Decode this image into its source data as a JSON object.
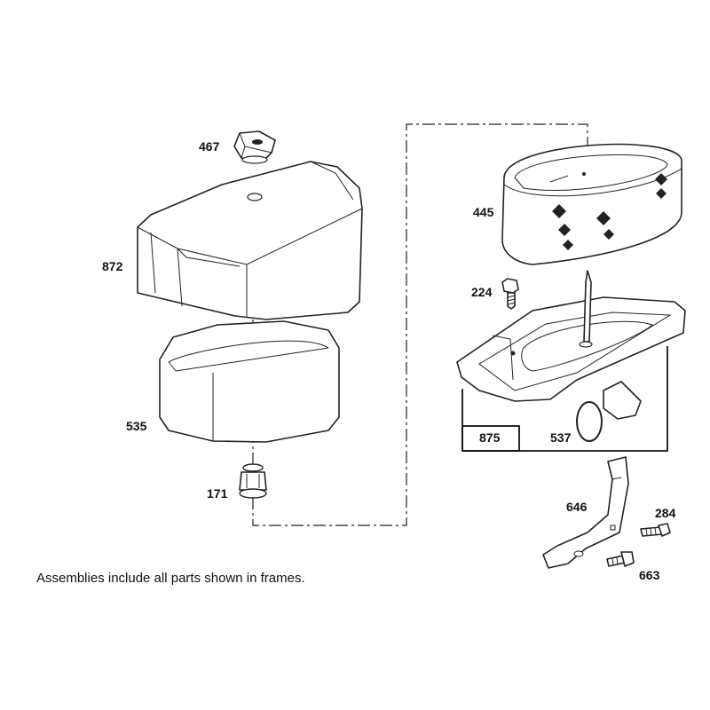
{
  "labels": {
    "p467": "467",
    "p872": "872",
    "p535": "535",
    "p171": "171",
    "p445": "445",
    "p224": "224",
    "p875": "875",
    "p537": "537",
    "p646": "646",
    "p284": "284",
    "p663": "663"
  },
  "note": "Assemblies include all parts shown in frames."
}
